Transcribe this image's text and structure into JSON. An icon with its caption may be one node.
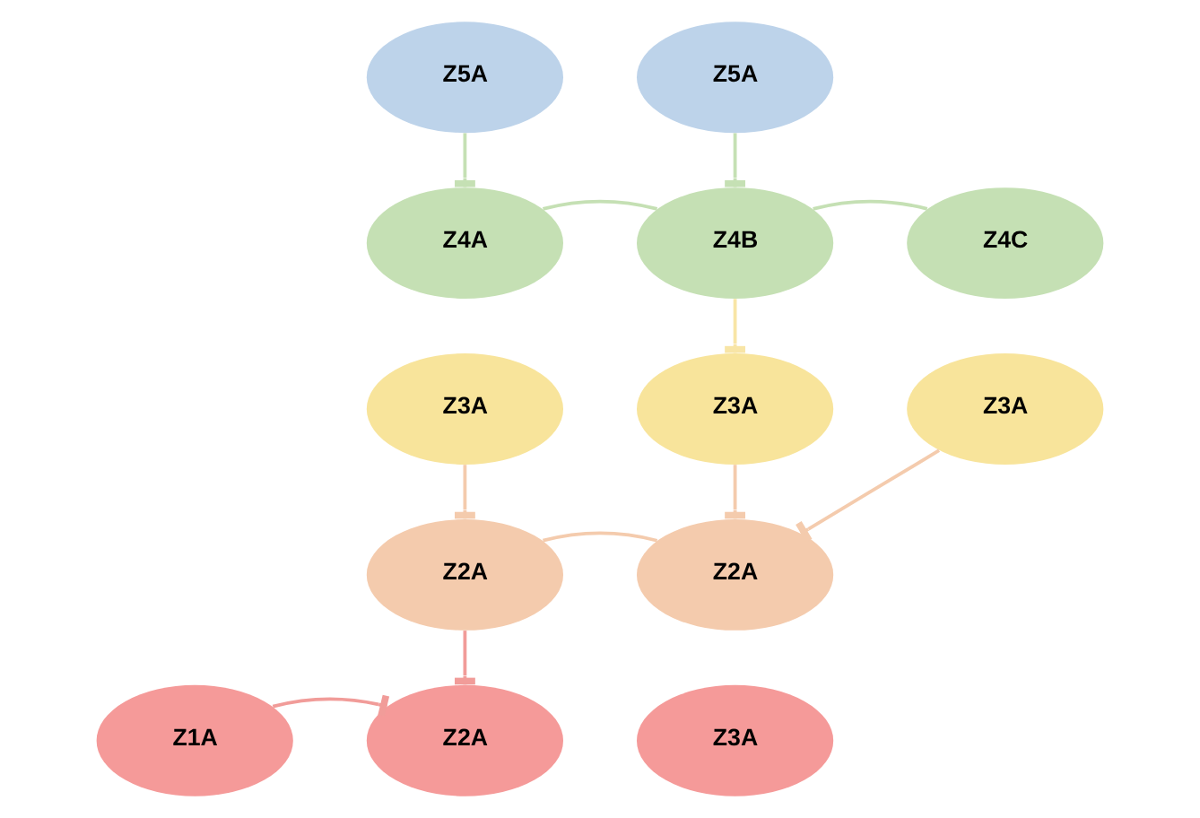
{
  "diagram": {
    "nodes": [
      {
        "text": [
          "Z5A"
        ]
      },
      {
        "text": [
          "Z5A"
        ]
      },
      {
        "text": [
          "Z4A"
        ]
      },
      {
        "text": [
          "Z4B"
        ]
      },
      {
        "text": [
          "Z4C"
        ]
      },
      {
        "text": [
          "Z3A"
        ]
      },
      {
        "text": [
          "Z3A"
        ]
      },
      {
        "text": [
          "Z3A"
        ]
      },
      {
        "text": [
          "Z2A"
        ]
      },
      {
        "text": [
          "Z2A"
        ]
      },
      {
        "text": [
          "Z1A"
        ]
      },
      {
        "text": [
          "Z2A"
        ]
      },
      {
        "text": [
          "Z3A"
        ]
      }
    ],
    "edges": [
      {
        "from": 0,
        "to": 2,
        "arrow": "other",
        "color": "#c5e0b4"
      },
      {
        "from": 1,
        "to": 3,
        "arrow": "other",
        "color": "#c5e0b4"
      },
      {
        "from": 2,
        "to": 3,
        "arrow": "none",
        "color": "#c5e0b4"
      },
      {
        "from": 3,
        "to": 4,
        "arrow": "none",
        "color": "#c5e0b4"
      },
      {
        "from": 3,
        "to": 6,
        "arrow": "other",
        "color": "#f8e5a6"
      },
      {
        "from": 5,
        "to": 8,
        "arrow": "other",
        "color": "#f4cbad"
      },
      {
        "from": 6,
        "to": 9,
        "arrow": "other",
        "color": "#f4cbad"
      },
      {
        "from": 7,
        "to": 9,
        "arrow": "other",
        "color": "#f4cbad"
      },
      {
        "from": 8,
        "to": 9,
        "arrow": "none",
        "color": "#f4cbad"
      },
      {
        "from": 8,
        "to": 11,
        "arrow": "other",
        "color": "#f19c99"
      },
      {
        "from": 10,
        "to": 11,
        "arrow": "other",
        "color": "#f19c99"
      }
    ]
  }
}
